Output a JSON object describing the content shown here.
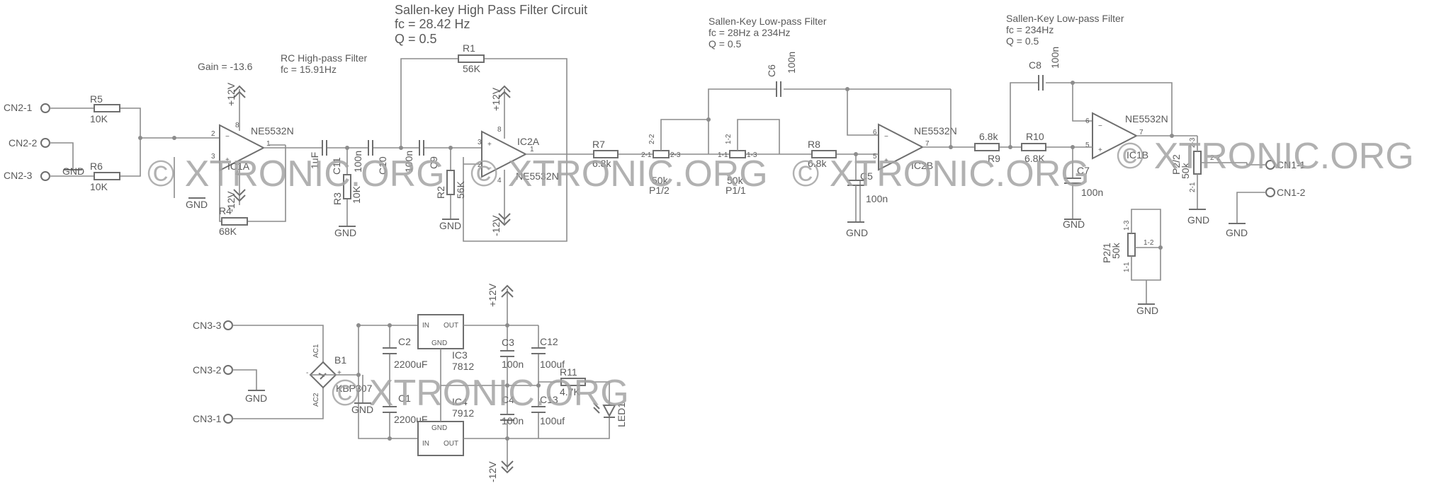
{
  "titles": {
    "hp_title": "Sallen-key High Pass Filter Circuit",
    "hp_fc": "fc = 28.42 Hz",
    "hp_q": "Q = 0.5",
    "rc_title": "RC High-pass Filter",
    "rc_fc": "fc = 15.91Hz",
    "gain": "Gain = -13.6",
    "lp1_title": "Sallen-Key Low-pass Filter",
    "lp1_fc": "fc = 28Hz a 234Hz",
    "lp1_q": "Q = 0.5",
    "lp2_title": "Sallen-Key Low-pass Filter",
    "lp2_fc": "fc = 234Hz",
    "lp2_q": "Q = 0.5"
  },
  "watermark": "© XTRONIC.ORG",
  "connectors": {
    "cn2_1": "CN2-1",
    "cn2_2": "CN2-2",
    "cn2_3": "CN2-3",
    "cn1_1": "CN1-1",
    "cn1_2": "CN1-2",
    "cn3_1": "CN3-1",
    "cn3_2": "CN3-2",
    "cn3_3": "CN3-3"
  },
  "parts": {
    "r5": "R5",
    "r5v": "10K",
    "r6": "R6",
    "r6v": "10K",
    "r4": "R4",
    "r4v": "68K",
    "r1": "R1",
    "r1v": "56K",
    "r2": "R2",
    "r2v": "56K",
    "r3": "R3",
    "r3v": "10K",
    "r7": "R7",
    "r7v": "6.8k",
    "r8": "R8",
    "r8v": "6.8k",
    "r9": "R9",
    "r9v": "6.8k",
    "r10": "R10",
    "r10v": "6.8K",
    "r11": "R11",
    "r11v": "4.7K",
    "c11": "C11",
    "c11v": "1uF",
    "c10": "C10",
    "c10v": "100n",
    "c9": "C9",
    "c9v": "100n",
    "c6": "C6",
    "c6v": "100n",
    "c5": "C5",
    "c5v": "100n",
    "c8": "C8",
    "c8v": "100n",
    "c7": "C7",
    "c7v": "100n",
    "c2": "C2",
    "c2v": "2200uF",
    "c1": "C1",
    "c1v": "2200uF",
    "c3": "C3",
    "c3v": "100n",
    "c4": "C4",
    "c4v": "100n",
    "c12": "C12",
    "c12v": "100uf",
    "c13": "C13",
    "c13v": "100uf",
    "ic1a": "IC1A",
    "ic2a": "IC2A",
    "ic2b": "IC2B",
    "ic1b": "IC1B",
    "op": "NE5532N",
    "ic3": "IC3",
    "ic3v": "7812",
    "ic4": "IC4",
    "ic4v": "7912",
    "b1": "B1",
    "b1v": "KBP307",
    "led1": "LED1",
    "p12": "P1/2",
    "p11": "P1/1",
    "p21": "P2/1",
    "p22": "P2/2",
    "pv": "50k"
  },
  "pins": {
    "p2": "2",
    "p3": "3",
    "p1": "1",
    "p8": "8",
    "p4": "4",
    "p5": "5",
    "p6": "6",
    "p7": "7",
    "pp21": "2-1",
    "pp22": "2-2",
    "pp23": "2-3",
    "pp11": "1-1",
    "pp12": "1-2",
    "pp13": "1-3",
    "ac1": "AC1",
    "ac2": "AC2",
    "plus": "+",
    "minus": "-",
    "in": "IN",
    "out": "OUT",
    "gndpin": "GND"
  },
  "nets": {
    "gnd": "GND",
    "vpos": "+12V",
    "vneg": "-12V"
  }
}
